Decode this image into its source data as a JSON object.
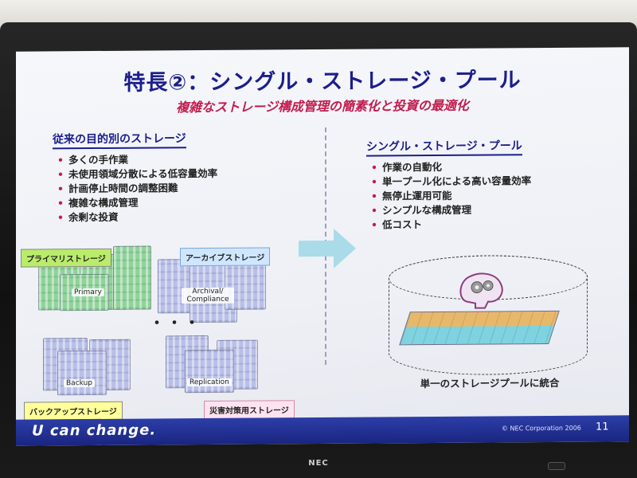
{
  "slide": {
    "title": "特長②：シングル・ストレージ・プール",
    "subtitle": "複雑なストレージ構成管理の簡素化と投資の最適化",
    "left": {
      "heading": "従来の目的別のストレージ",
      "bullets": [
        "多くの手作業",
        "未使用領域分散による低容量効率",
        "計画停止時間の調整困難",
        "複雑な構成管理",
        "余剰な投資"
      ],
      "tags": {
        "primary": "プライマリストレージ",
        "archive": "アーカイブストレージ",
        "backup": "バックアップストレージ",
        "disaster": "災害対策用ストレージ"
      },
      "server_labels": {
        "primary": "Primary",
        "archival": "Archival/ Compliance",
        "backup": "Backup",
        "replication": "Replication"
      },
      "ellipsis": "・・・"
    },
    "right": {
      "heading": "シングル・ストレージ・プール",
      "bullets": [
        "作業の自動化",
        "単一プール化による高い容量効率",
        "無停止運用可能",
        "シンプルな構成管理",
        "低コスト"
      ],
      "caption": "単一のストレージプールに統合"
    },
    "footer": {
      "slogan": "U can change.",
      "copyright": "© NEC Corporation 2006",
      "page": "11"
    }
  },
  "monitor": {
    "brand": "NEC"
  },
  "colors": {
    "title": "#1b1e8c",
    "subtitle": "#c21d4e",
    "footer": "#1a2580",
    "storage_green": "#8fd39a",
    "storage_blue": "#b8bfe8"
  }
}
